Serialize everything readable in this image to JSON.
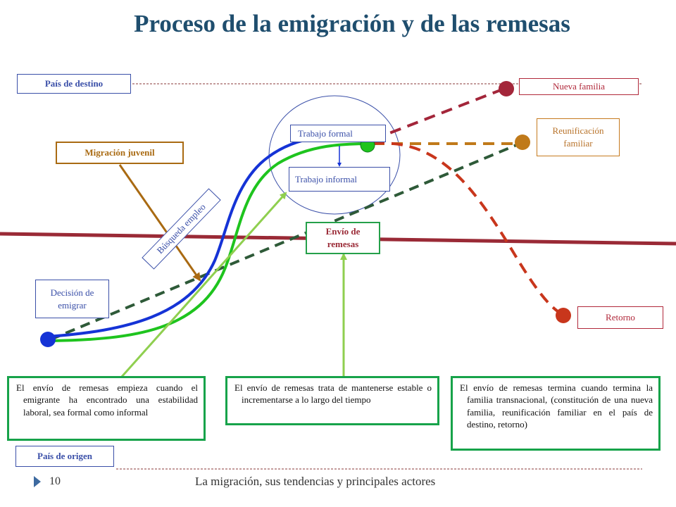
{
  "title": "Proceso de la emigración y de las remesas",
  "labels": {
    "pais_destino": "País de destino",
    "pais_origen": "País de origen",
    "nueva_familia": "Nueva familia",
    "reunificacion_familiar": "Reunificación familiar",
    "retorno": "Retorno",
    "migracion_juvenil": "Migración juvenil",
    "trabajo_formal": "Trabajo formal",
    "trabajo_informal": "Trabajo informal",
    "busqueda_empleo": "Búsqueda empleo",
    "envio_remesas": "Envío de remesas",
    "decision_emigrar": "Decisión de emigrar"
  },
  "notes": {
    "inicio": "El envío de remesas empieza cuando el emigrante ha encontrado una estabilidad laboral, sea formal como informal",
    "mantener": "El envío de remesas trata de mantenerse estable o incrementarse a lo largo del tiempo",
    "termina": "El envío de remesas termina cuando termina la familia transnacional, (constitución de una nueva familia, reunificación familiar en el país de destino, retorno)"
  },
  "footer": {
    "page_number": "10",
    "text": "La migración, sus tendencias y principales actores"
  },
  "colors": {
    "title": "#1f4e6e",
    "migration_path": "#1533d6",
    "remittance_path": "#1ec41e",
    "border_line": "#9a2a36",
    "new_family_line": "#a3263a",
    "reunification_line": "#c07a1a",
    "return_line": "#c8361c",
    "remittance_trend_line": "#2e5a38",
    "young_migration_arrow": "#a96a12",
    "note_arrows": "#8fcf4f"
  }
}
